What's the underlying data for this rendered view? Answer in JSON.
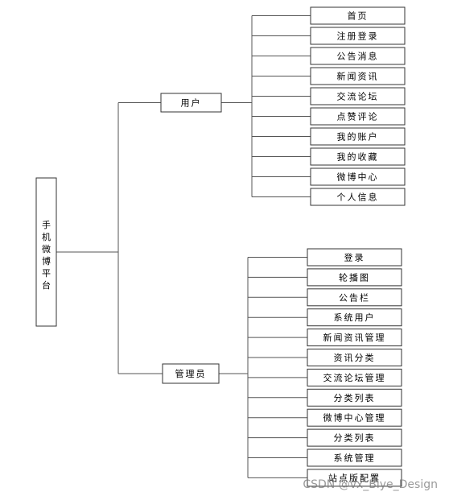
{
  "root": {
    "label": "手机微博平台"
  },
  "branches": [
    {
      "label": "用户",
      "children": [
        "首页",
        "注册登录",
        "公告消息",
        "新闻资讯",
        "交流论坛",
        "点赞评论",
        "我的账户",
        "我的收藏",
        "微博中心",
        "个人信息"
      ]
    },
    {
      "label": "管理员",
      "children": [
        "登录",
        "轮播图",
        "公告栏",
        "系统用户",
        "新闻资讯管理",
        "资讯分类",
        "交流论坛管理",
        "分类列表",
        "微博中心管理",
        "分类列表",
        "系统管理",
        "站点版配置"
      ]
    }
  ],
  "watermark": "CSDN @vx_Biye_Design"
}
